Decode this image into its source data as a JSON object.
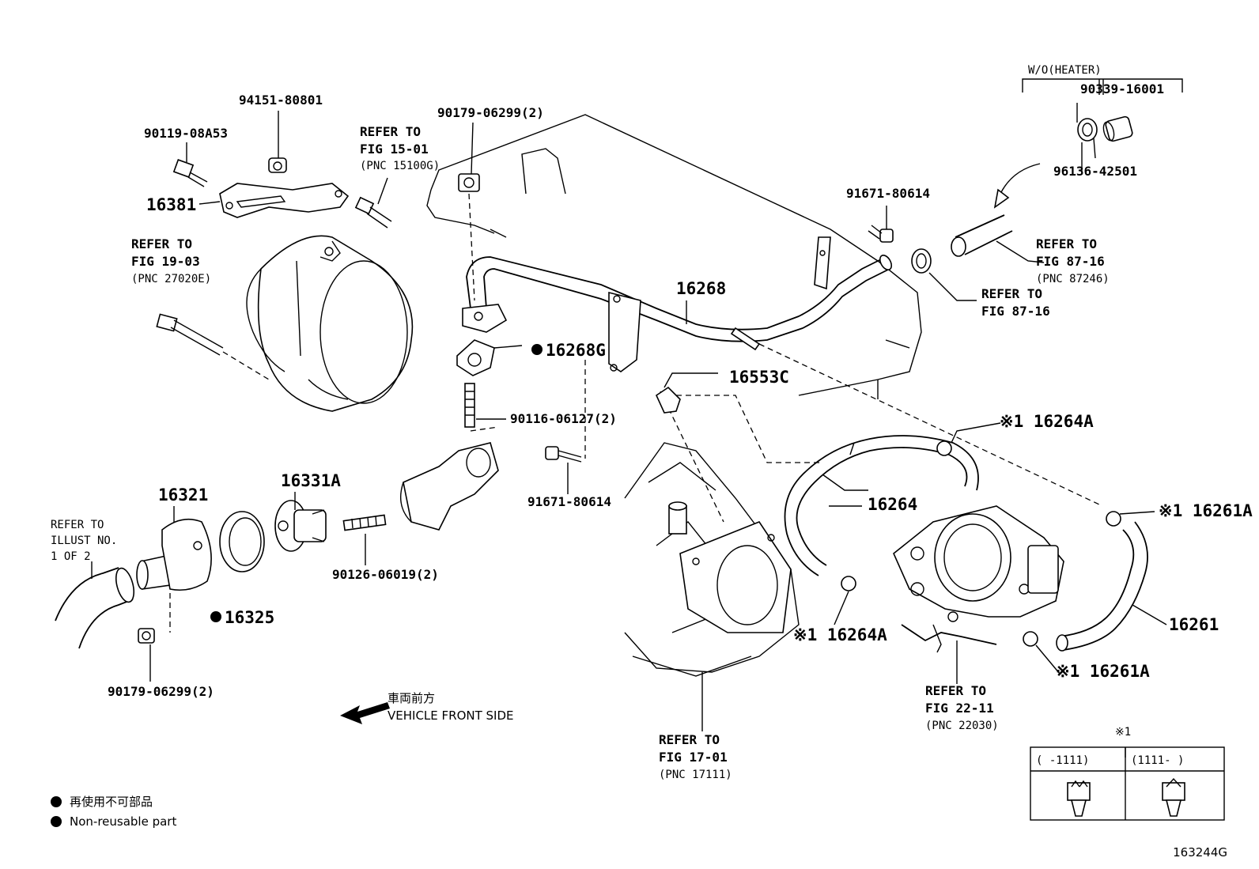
{
  "labels": {
    "p94151": "94151-80801",
    "p90119": "90119-08A53",
    "p16381": "16381",
    "ref15_1": "REFER TO",
    "ref15_2": "FIG 15-01",
    "ref15_3": "(PNC 15100G)",
    "p90179_top": "90179-06299(2)",
    "ref19_1": "REFER TO",
    "ref19_2": "FIG 19-03",
    "ref19_3": "(PNC 27020E)",
    "heater_title": "W/O(HEATER)",
    "p90339": "90339-16001",
    "p96136": "96136-42501",
    "p91671_top": "91671-80614",
    "ref8716a_1": "REFER TO",
    "ref8716a_2": "FIG 87-16",
    "ref8716a_3": "(PNC 87246)",
    "ref8716b_1": "REFER TO",
    "ref8716b_2": "FIG 87-16",
    "p16268": "16268",
    "p16268G": "16268G",
    "p16553C": "16553C",
    "p90116": "90116-06127(2)",
    "p16264A_top": "※1 16264A",
    "p91671_mid": "91671-80614",
    "p16264": "16264",
    "p16261A_top": "※1 16261A",
    "ref1of2_1": "REFER TO",
    "ref1of2_2": "ILLUST NO.",
    "ref1of2_3": "1 OF 2",
    "p16321": "16321",
    "p16331A": "16331A",
    "p90126": "90126-06019(2)",
    "p16325": "16325",
    "p90179_bot": "90179-06299(2)",
    "p16264A_bot": "※1 16264A",
    "p16261": "16261",
    "p16261A_bot": "※1 16261A",
    "ref2211_1": "REFER TO",
    "ref2211_2": "FIG 22-11",
    "ref2211_3": "(PNC 22030)",
    "ref1701_1": "REFER TO",
    "ref1701_2": "FIG 17-01",
    "ref1701_3": "(PNC 17111)",
    "front_jp": "車両前方",
    "front_en": "VEHICLE FRONT SIDE",
    "legend_jp": "再使用不可部品",
    "legend_en": "Non-reusable part",
    "table_mark": "※1",
    "table_col1": "(    -1111)",
    "table_col2": "(1111-    )",
    "figure_id": "163244G"
  }
}
